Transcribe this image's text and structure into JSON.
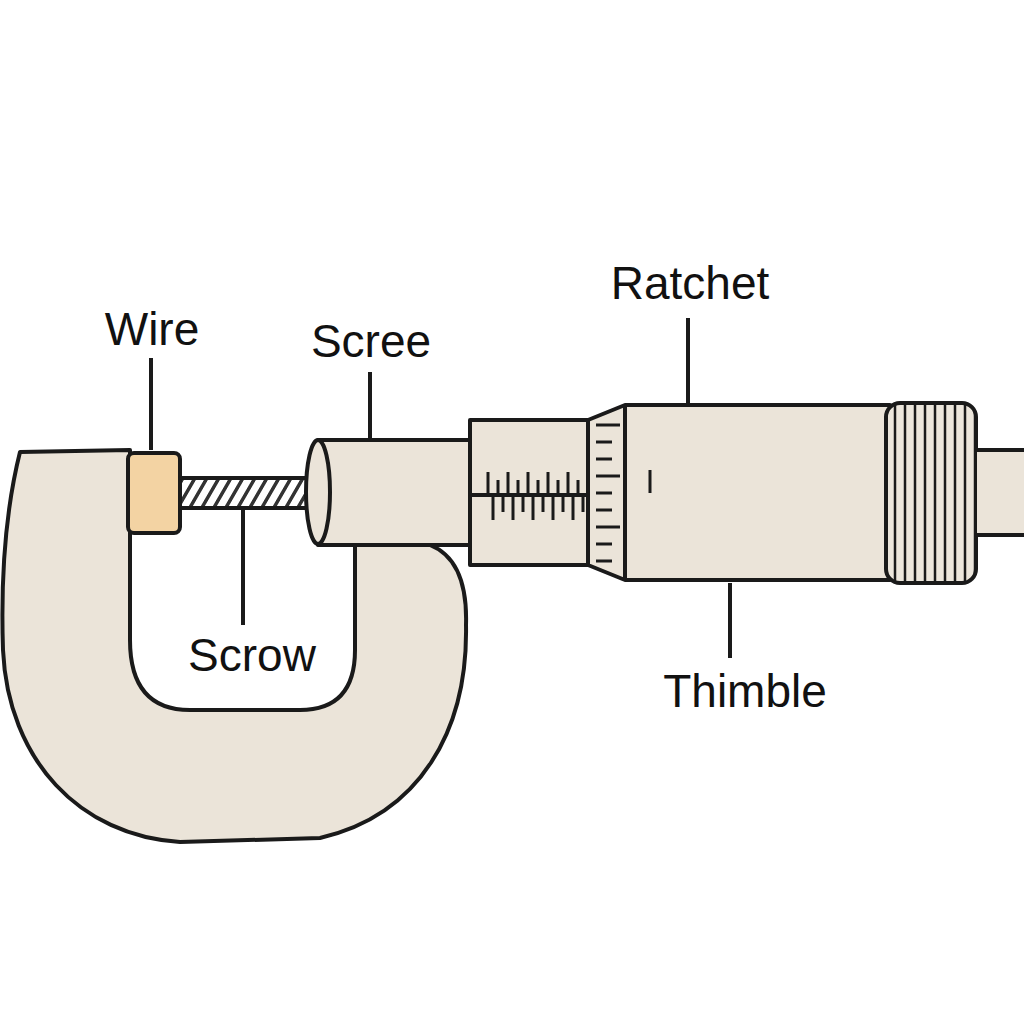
{
  "diagram": {
    "labels": [
      "Wire",
      "Scree",
      "Ratchet",
      "Scrow",
      "Thimble"
    ]
  }
}
